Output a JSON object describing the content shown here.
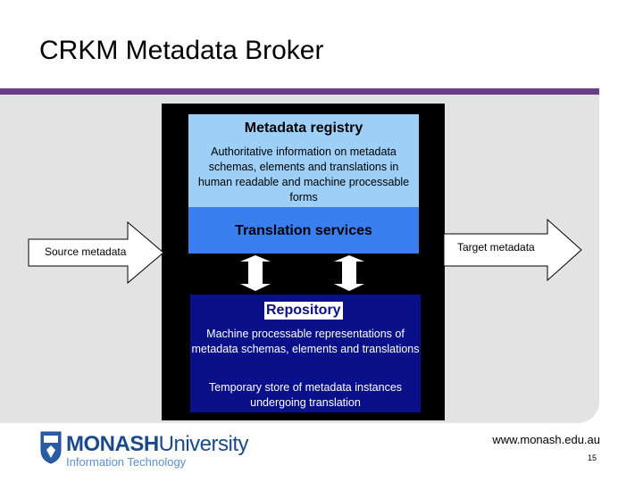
{
  "slide": {
    "title": "CRKM Metadata Broker",
    "page_number": "15",
    "url": "www.monash.edu.au"
  },
  "logo": {
    "name_bold": "MONASH",
    "name_regular": "University",
    "subtitle": "Information Technology"
  },
  "diagram": {
    "source_label": "Source metadata",
    "target_label": "Target  metadata",
    "registry": {
      "title": "Metadata registry",
      "description": "Authoritative information on metadata schemas, elements and translations in human readable and machine processable forms"
    },
    "translation": {
      "title": "Translation services"
    },
    "repository": {
      "title": "Repository",
      "description_1": "Machine processable representations of metadata schemas, elements and translations",
      "description_2": "Temporary store of metadata instances undergoing translation"
    }
  },
  "colors": {
    "accent_rule": "#6a3d8a",
    "registry": "#9dcff7",
    "translation": "#3a7ef0",
    "repository": "#0a0f8a"
  }
}
